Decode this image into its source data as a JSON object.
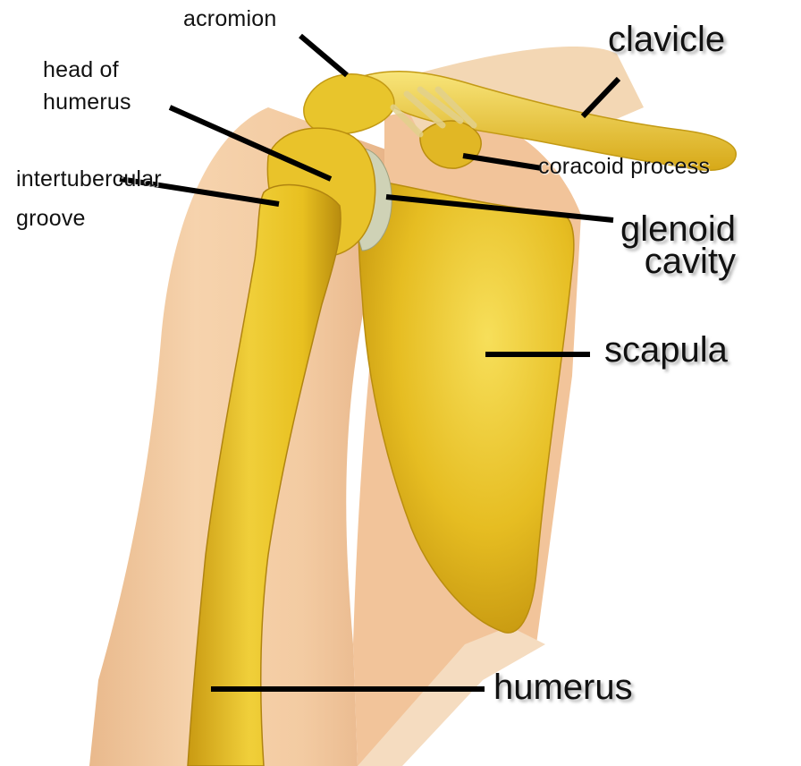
{
  "labels": {
    "acromion": "acromion",
    "clavicle": "clavicle",
    "head_of_humerus": "head of\nhumerus",
    "intertubercular_groove": "intertubercular\ngroove",
    "coracoid_process": "coracoid process",
    "glenoid_cavity": "glenoid\ncavity",
    "scapula": "scapula",
    "humerus": "humerus"
  },
  "colors": {
    "bone": "#e8c020",
    "bone_highlight": "#f7e46a",
    "bone_shadow": "#b58c10",
    "skin": "#f2c9a0",
    "skin_shadow": "#d9a87c",
    "cartilage": "#cfd2b6",
    "leader_line": "#000000"
  }
}
